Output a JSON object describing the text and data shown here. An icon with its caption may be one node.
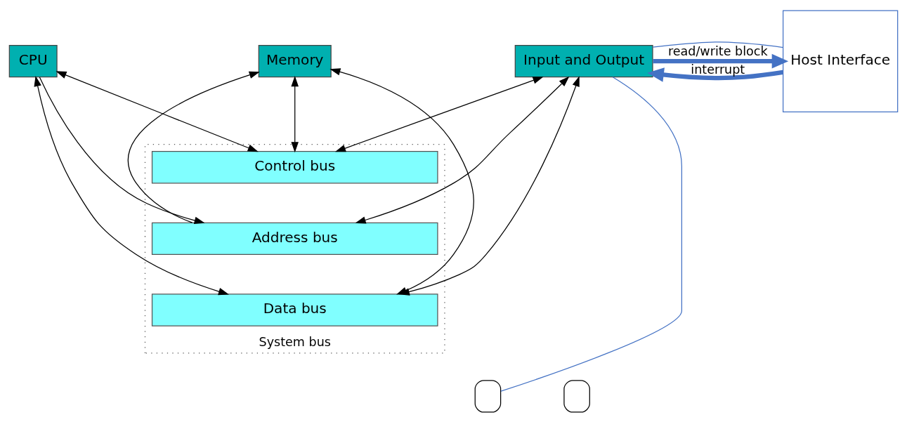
{
  "diagram": {
    "nodes": [
      {
        "text": [
          "System bus"
        ]
      },
      {
        "text": [
          "CPU"
        ]
      },
      {
        "text": [
          "Memory"
        ]
      },
      {
        "text": [
          "Input and Output"
        ]
      },
      {
        "text": [
          "Control bus"
        ],
        "in": 0
      },
      {
        "text": [
          "Address bus"
        ],
        "in": 0
      },
      {
        "text": [
          "Data bus"
        ],
        "in": 0
      },
      {
        "text": [
          "Host Interface"
        ]
      },
      {
        "text": [],
        "shape": "box"
      },
      {
        "text": [],
        "shape": "box"
      }
    ],
    "edges": [
      {
        "from": 1,
        "to": 4,
        "arrow": "both"
      },
      {
        "from": 1,
        "to": 5,
        "arrow": "to"
      },
      {
        "from": 1,
        "to": 6,
        "arrow": "both"
      },
      {
        "from": 2,
        "to": 4,
        "arrow": "both"
      },
      {
        "from": 5,
        "to": 2,
        "arrow": "to"
      },
      {
        "from": 2,
        "to": 6,
        "arrow": "both"
      },
      {
        "from": 3,
        "to": 4,
        "arrow": "both"
      },
      {
        "from": 3,
        "to": 5,
        "arrow": "both"
      },
      {
        "from": 3,
        "to": 6,
        "arrow": "both"
      },
      {
        "from": 3,
        "to": 7,
        "arrow": "to",
        "label": "read/write block",
        "style": "thick",
        "color": "#4472c4"
      },
      {
        "from": 3,
        "to": 7,
        "arrow": "none",
        "color": "#4472c4"
      },
      {
        "from": 7,
        "to": 3,
        "arrow": "to",
        "label": "interrupt",
        "style": "thick",
        "color": "#4472c4"
      },
      {
        "from": 3,
        "to": 8,
        "arrow": "none",
        "color": "#4472c4"
      }
    ]
  }
}
